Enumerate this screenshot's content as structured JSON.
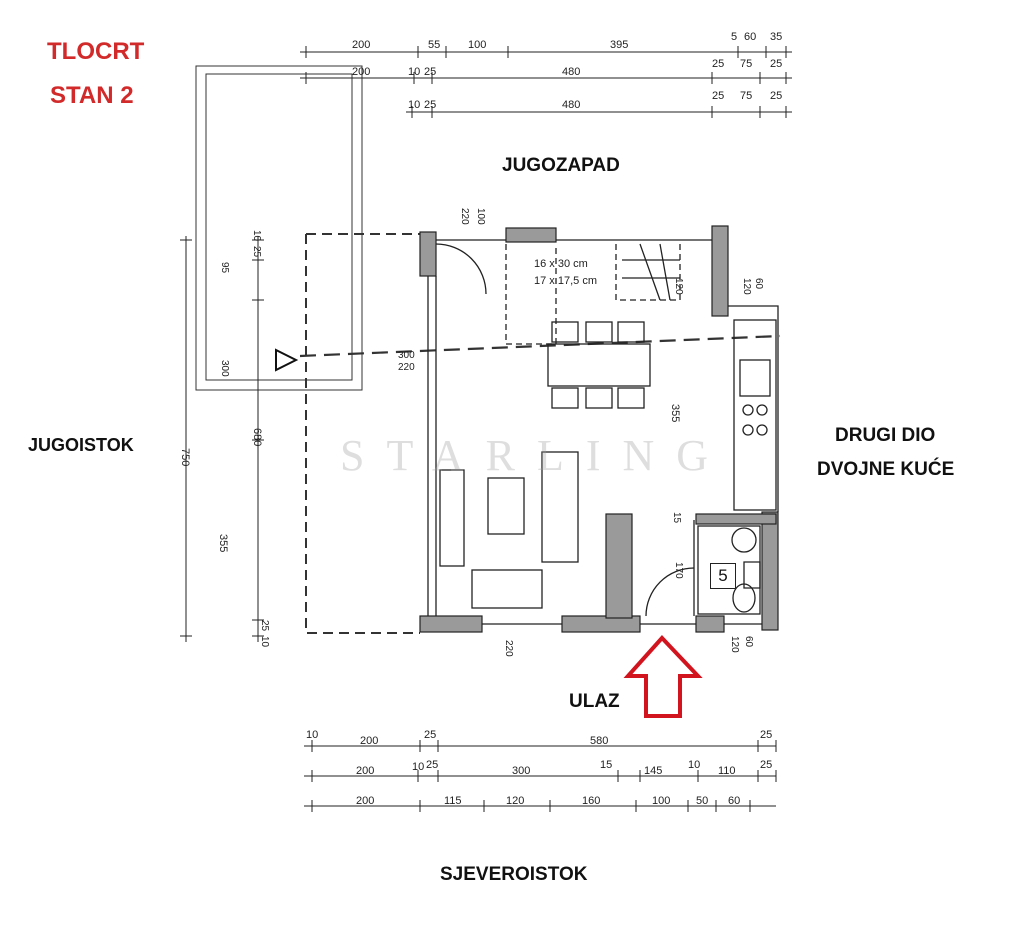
{
  "title": {
    "line1": "TLOCRT",
    "line2": "STAN 2",
    "color": "#d22a2a"
  },
  "orientation": {
    "top": "JUGOZAPAD",
    "left": "JUGOISTOK",
    "right_line1": "DRUGI DIO",
    "right_line2": "DVOJNE KUĆE",
    "bottom": "SJEVEROISTOK"
  },
  "entrance": {
    "label": "ULAZ",
    "arrow_color": "#d2141e"
  },
  "watermark": "STARLING",
  "stairs": {
    "line1": "16 x 30 cm",
    "line2": "17 x 17,5 cm"
  },
  "room_number": "5",
  "dimensions": {
    "top_row1": [
      "200",
      "55",
      "100",
      "395",
      "5",
      "60",
      "35"
    ],
    "top_row2": [
      "200",
      "10",
      "25",
      "480",
      "25",
      "75",
      "25"
    ],
    "top_row3": [
      "10",
      "25",
      "480",
      "25",
      "75",
      "25"
    ],
    "left_col1": [
      "750"
    ],
    "left_col2": [
      "10",
      "25",
      "95",
      "300",
      "680",
      "355",
      "25",
      "10"
    ],
    "bottom_row1": [
      "10",
      "200",
      "25",
      "580",
      "25"
    ],
    "bottom_row2": [
      "200",
      "10",
      "25",
      "300",
      "15",
      "145",
      "10",
      "110",
      "25"
    ],
    "bottom_row3": [
      "200",
      "115",
      "120",
      "160",
      "100",
      "50",
      "60"
    ],
    "plan_labels": [
      "220",
      "100",
      "300",
      "220",
      "355",
      "15",
      "170",
      "220",
      "120",
      "60",
      "60",
      "120",
      "120"
    ]
  }
}
